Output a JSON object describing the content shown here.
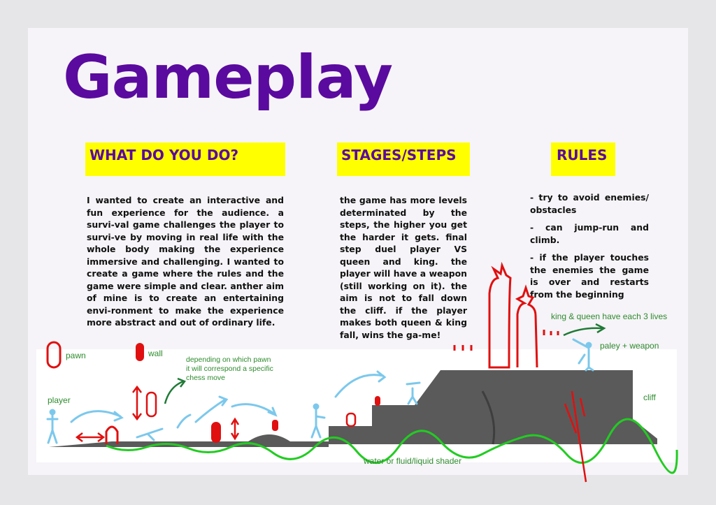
{
  "page": {
    "title": "Gameplay"
  },
  "columns": [
    {
      "heading": "WHAT DO YOU DO?",
      "text": "I wanted to create an interactive and fun experience for the audience. a survi-val game challenges the player to survi-ve by moving in real life with the whole body making the experience immersive and challenging. I wanted to create a game where the rules and the game were simple and clear. anther aim of mine is to create an entertaining envi-ronment to make the experience more abstract and out of  ordinary life."
    },
    {
      "heading": "STAGES/STEPS",
      "text": "the game has more levels determinated by the steps, the higher you get the harder it gets. final step duel player VS queen and king. the player will have a weapon (still working on it). the aim is not to fall down the cliff. if the player makes both queen & king fall, wins the ga-me!"
    },
    {
      "heading": "RULES",
      "rules": [
        "- try to avoid enemies/ obstacles",
        "- can jump-run and climb.",
        "- if the player touches the enemies the game is over and restarts from the beginning"
      ]
    }
  ],
  "diagram": {
    "labels": {
      "pawn": "pawn",
      "wall": "wall",
      "depending": "depending on which pawn it will correspond a specific chess move",
      "player": "player",
      "king_queen": "king & queen have each 3 lives",
      "paley": "paley + weapon",
      "cliff": "cliff",
      "water": "water or fluid/liquid shader"
    },
    "colors": {
      "terrain": "#5a5a5a",
      "enemy": "#e01010",
      "player": "#7cc8ec",
      "water": "#22cc22",
      "annotation": "#2e8b2e"
    }
  }
}
